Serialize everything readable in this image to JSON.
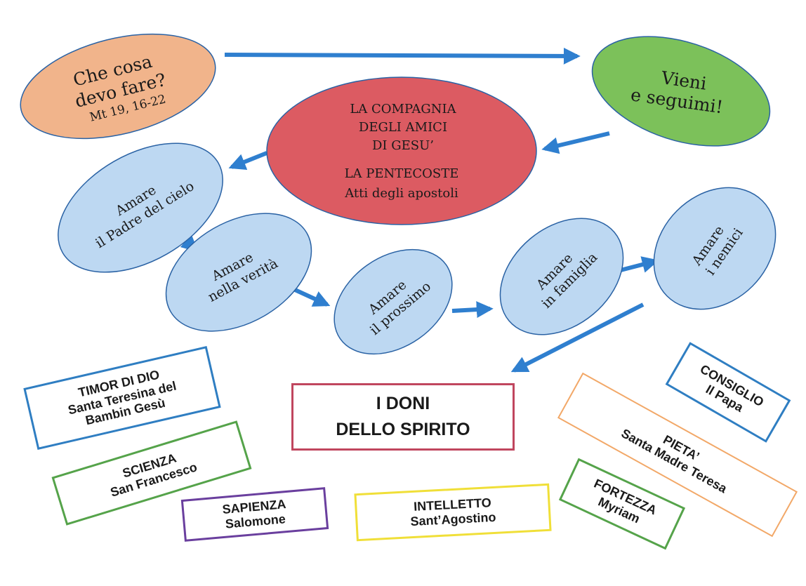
{
  "colors": {
    "arrow": "#2f7fcf",
    "oval_start": "#f1b48b",
    "oval_center": "#dc5b62",
    "oval_call": "#7cc15a",
    "oval_love": "#bdd8f2",
    "border_timor": "#2f7ec2",
    "border_scienza": "#55a34a",
    "border_sapienza": "#6a3f9e",
    "border_intelletto": "#f0df38",
    "border_title": "#c0465e",
    "border_consiglio": "#2f7ec2",
    "border_pieta": "#f2a868",
    "border_fortezza": "#55a34a"
  },
  "ovals": {
    "start": {
      "line1": "Che cosa",
      "line2": "devo fare?",
      "ref": "Mt 19, 16-22"
    },
    "call": {
      "line1": "Vieni",
      "line2": "e seguimi!"
    },
    "center": {
      "line1": "LA COMPAGNIA",
      "line2": "DEGLI AMICI",
      "line3": "DI GESU’",
      "line4": "LA PENTECOSTE",
      "line5": "Atti degli apostoli"
    },
    "love_father": {
      "line1": "Amare",
      "line2": "il Padre del cielo"
    },
    "love_truth": {
      "line1": "Amare",
      "line2": "nella verità"
    },
    "love_neighbor": {
      "line1": "Amare",
      "line2": "il prossimo"
    },
    "love_family": {
      "line1": "Amare",
      "line2": "in famiglia"
    },
    "love_enemies": {
      "line1": "Amare",
      "line2": "i nemici"
    }
  },
  "gifts": {
    "title": {
      "line1": "I DONI",
      "line2": "DELLO SPIRITO"
    },
    "timor": {
      "name": "TIMOR DI DIO",
      "person1": "Santa Teresina del",
      "person2": "Bambin Gesù"
    },
    "scienza": {
      "name": "SCIENZA",
      "person": "San Francesco"
    },
    "sapienza": {
      "name": "SAPIENZA",
      "person": "Salomone"
    },
    "intelletto": {
      "name": "INTELLETTO",
      "person": "Sant’Agostino"
    },
    "consiglio": {
      "name": "CONSIGLIO",
      "person": "Il Papa"
    },
    "pieta": {
      "name": "PIETA’",
      "person": "Santa Madre Teresa"
    },
    "fortezza": {
      "name": "FORTEZZA",
      "person": "Myriam"
    }
  }
}
